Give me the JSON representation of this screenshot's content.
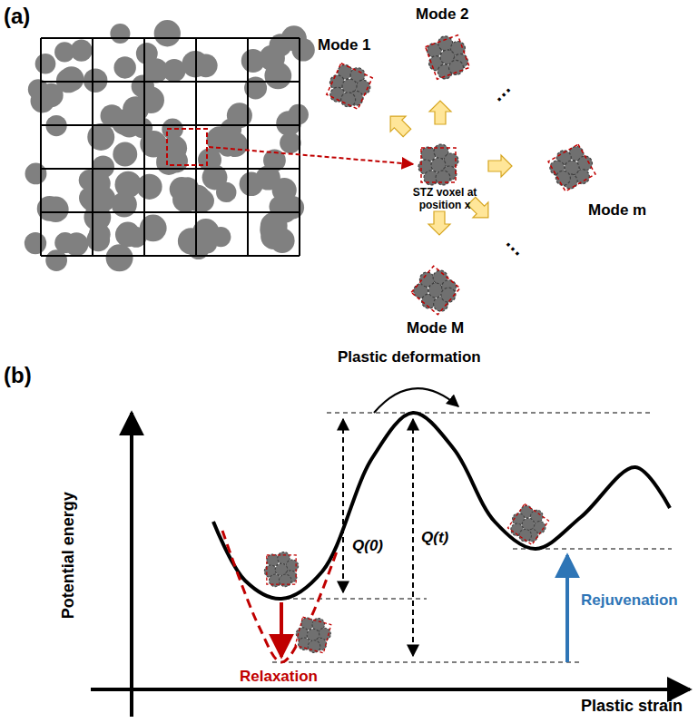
{
  "diagram": {
    "labels": [
      "(a)",
      "Mode 1",
      "Mode 2",
      "STZ voxel at position x",
      "Mode m",
      "Mode M",
      "…",
      "…",
      "(b)",
      "Plastic deformation",
      "Q(0)",
      "Q(t)",
      "Relaxation",
      "Rejuvenation",
      "Potential energy",
      "Plastic strain"
    ]
  }
}
